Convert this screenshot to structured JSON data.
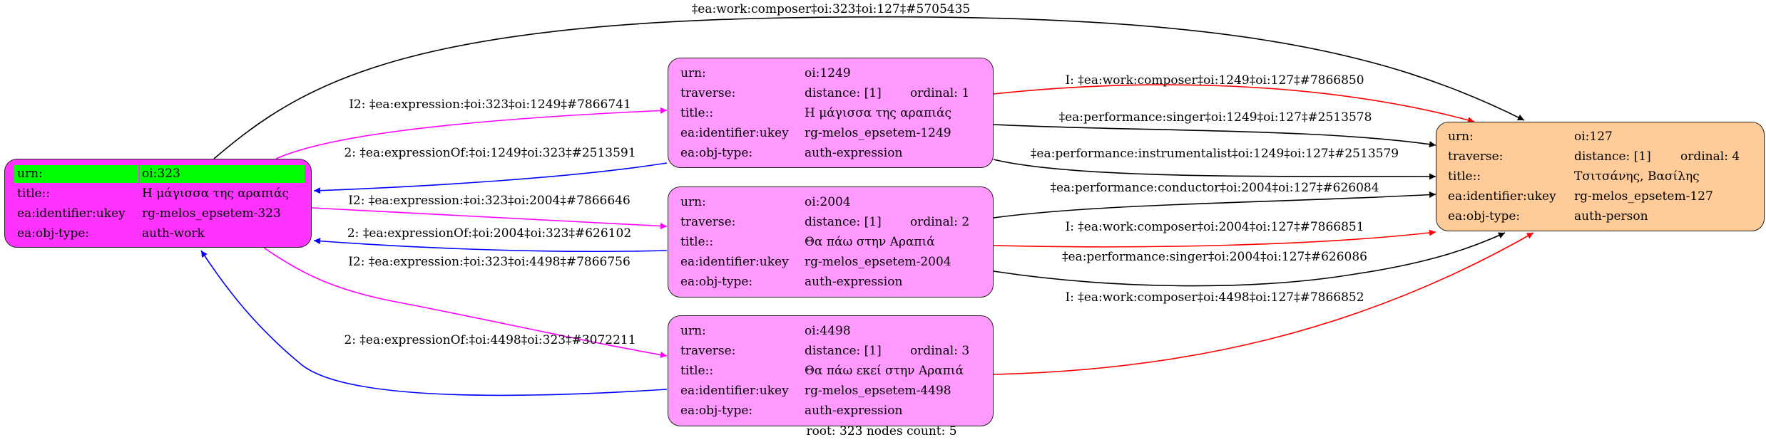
{
  "nodes": [
    {
      "id": "323",
      "fill": "#ff33ff",
      "rows": [
        {
          "label": "urn:",
          "value": "oi:323",
          "highlight": "#00ff00"
        },
        {
          "label": "title::",
          "value": "Η μάγισσα της αραπιάς"
        },
        {
          "label": "ea:identifier:ukey",
          "value": "rg-melos_epsetem-323"
        },
        {
          "label": "ea:obj-type:",
          "value": "auth-work"
        }
      ]
    },
    {
      "id": "1249",
      "fill": "#ff99ff",
      "rows": [
        {
          "label": "urn:",
          "value": "oi:1249"
        },
        {
          "label": "traverse:",
          "value": "distance: [1]",
          "extra": "ordinal: 1"
        },
        {
          "label": "title::",
          "value": "Η μάγισσα της αραπιάς"
        },
        {
          "label": "ea:identifier:ukey",
          "value": "rg-melos_epsetem-1249"
        },
        {
          "label": "ea:obj-type:",
          "value": "auth-expression"
        }
      ]
    },
    {
      "id": "2004",
      "fill": "#ff99ff",
      "rows": [
        {
          "label": "urn:",
          "value": "oi:2004"
        },
        {
          "label": "traverse:",
          "value": "distance: [1]",
          "extra": "ordinal: 2"
        },
        {
          "label": "title::",
          "value": "Θα πάω στην Αραπιά"
        },
        {
          "label": "ea:identifier:ukey",
          "value": "rg-melos_epsetem-2004"
        },
        {
          "label": "ea:obj-type:",
          "value": "auth-expression"
        }
      ]
    },
    {
      "id": "4498",
      "fill": "#ff99ff",
      "rows": [
        {
          "label": "urn:",
          "value": "oi:4498"
        },
        {
          "label": "traverse:",
          "value": "distance: [1]",
          "extra": "ordinal: 3"
        },
        {
          "label": "title::",
          "value": "Θα πάω εκεί στην Αραπιά"
        },
        {
          "label": "ea:identifier:ukey",
          "value": "rg-melos_epsetem-4498"
        },
        {
          "label": "ea:obj-type:",
          "value": "auth-expression"
        }
      ]
    },
    {
      "id": "127",
      "fill": "#ffcc99",
      "rows": [
        {
          "label": "urn:",
          "value": "oi:127"
        },
        {
          "label": "traverse:",
          "value": "distance: [1]",
          "extra": "ordinal: 4"
        },
        {
          "label": "title::",
          "value": "Τσιτσάνης, Βασίλης"
        },
        {
          "label": "ea:identifier:ukey",
          "value": "rg-melos_epsetem-127"
        },
        {
          "label": "ea:obj-type:",
          "value": "auth-person"
        }
      ]
    }
  ],
  "edges": [
    {
      "from": "323",
      "to": "127",
      "color": "#000000",
      "label": "‡ea:work:composer‡oi:323‡oi:127‡#5705435"
    },
    {
      "from": "323",
      "to": "1249",
      "color": "#ff00ff",
      "label": "I2: ‡ea:expression:‡oi:323‡oi:1249‡#7866741"
    },
    {
      "from": "1249",
      "to": "323",
      "color": "#0000ff",
      "label": "2: ‡ea:expressionOf:‡oi:1249‡oi:323‡#2513591"
    },
    {
      "from": "323",
      "to": "2004",
      "color": "#ff00ff",
      "label": "I2: ‡ea:expression:‡oi:323‡oi:2004‡#7866646"
    },
    {
      "from": "2004",
      "to": "323",
      "color": "#0000ff",
      "label": "2: ‡ea:expressionOf:‡oi:2004‡oi:323‡#626102"
    },
    {
      "from": "323",
      "to": "4498",
      "color": "#ff00ff",
      "label": "I2: ‡ea:expression:‡oi:323‡oi:4498‡#7866756"
    },
    {
      "from": "4498",
      "to": "323",
      "color": "#0000ff",
      "label": "2: ‡ea:expressionOf:‡oi:4498‡oi:323‡#3072211"
    },
    {
      "from": "1249",
      "to": "127",
      "color": "#ff0000",
      "label": "I: ‡ea:work:composer‡oi:1249‡oi:127‡#7866850"
    },
    {
      "from": "1249",
      "to": "127",
      "color": "#000000",
      "label": "‡ea:performance:singer‡oi:1249‡oi:127‡#2513578"
    },
    {
      "from": "1249",
      "to": "127",
      "color": "#000000",
      "label": "‡ea:performance:instrumentalist‡oi:1249‡oi:127‡#2513579"
    },
    {
      "from": "2004",
      "to": "127",
      "color": "#000000",
      "label": "‡ea:performance:conductor‡oi:2004‡oi:127‡#626084"
    },
    {
      "from": "2004",
      "to": "127",
      "color": "#ff0000",
      "label": "I: ‡ea:work:composer‡oi:2004‡oi:127‡#7866851"
    },
    {
      "from": "2004",
      "to": "127",
      "color": "#000000",
      "label": "‡ea:performance:singer‡oi:2004‡oi:127‡#626086"
    },
    {
      "from": "4498",
      "to": "127",
      "color": "#ff0000",
      "label": "I: ‡ea:work:composer‡oi:4498‡oi:127‡#7866852"
    }
  ],
  "footer": "root: 323 nodes count: 5"
}
